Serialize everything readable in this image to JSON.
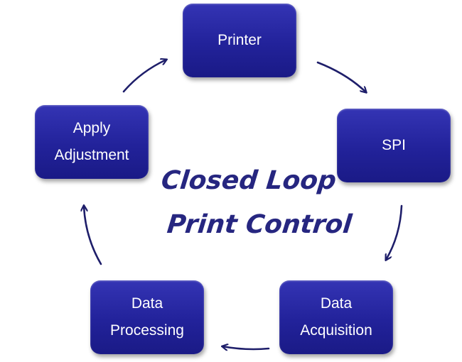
{
  "title": {
    "line1": "Closed Loop",
    "line2": "Print Control"
  },
  "nodes": {
    "printer": "Printer",
    "spi": "SPI",
    "data_acquisition": {
      "line1": "Data",
      "line2": "Acquisition"
    },
    "data_processing": {
      "line1": "Data",
      "line2": "Processing"
    },
    "apply_adjustment": {
      "line1": "Apply",
      "line2": "Adjustment"
    }
  },
  "colors": {
    "box": "#2424a0",
    "arrow": "#1e1e6a",
    "title": "#262680"
  }
}
